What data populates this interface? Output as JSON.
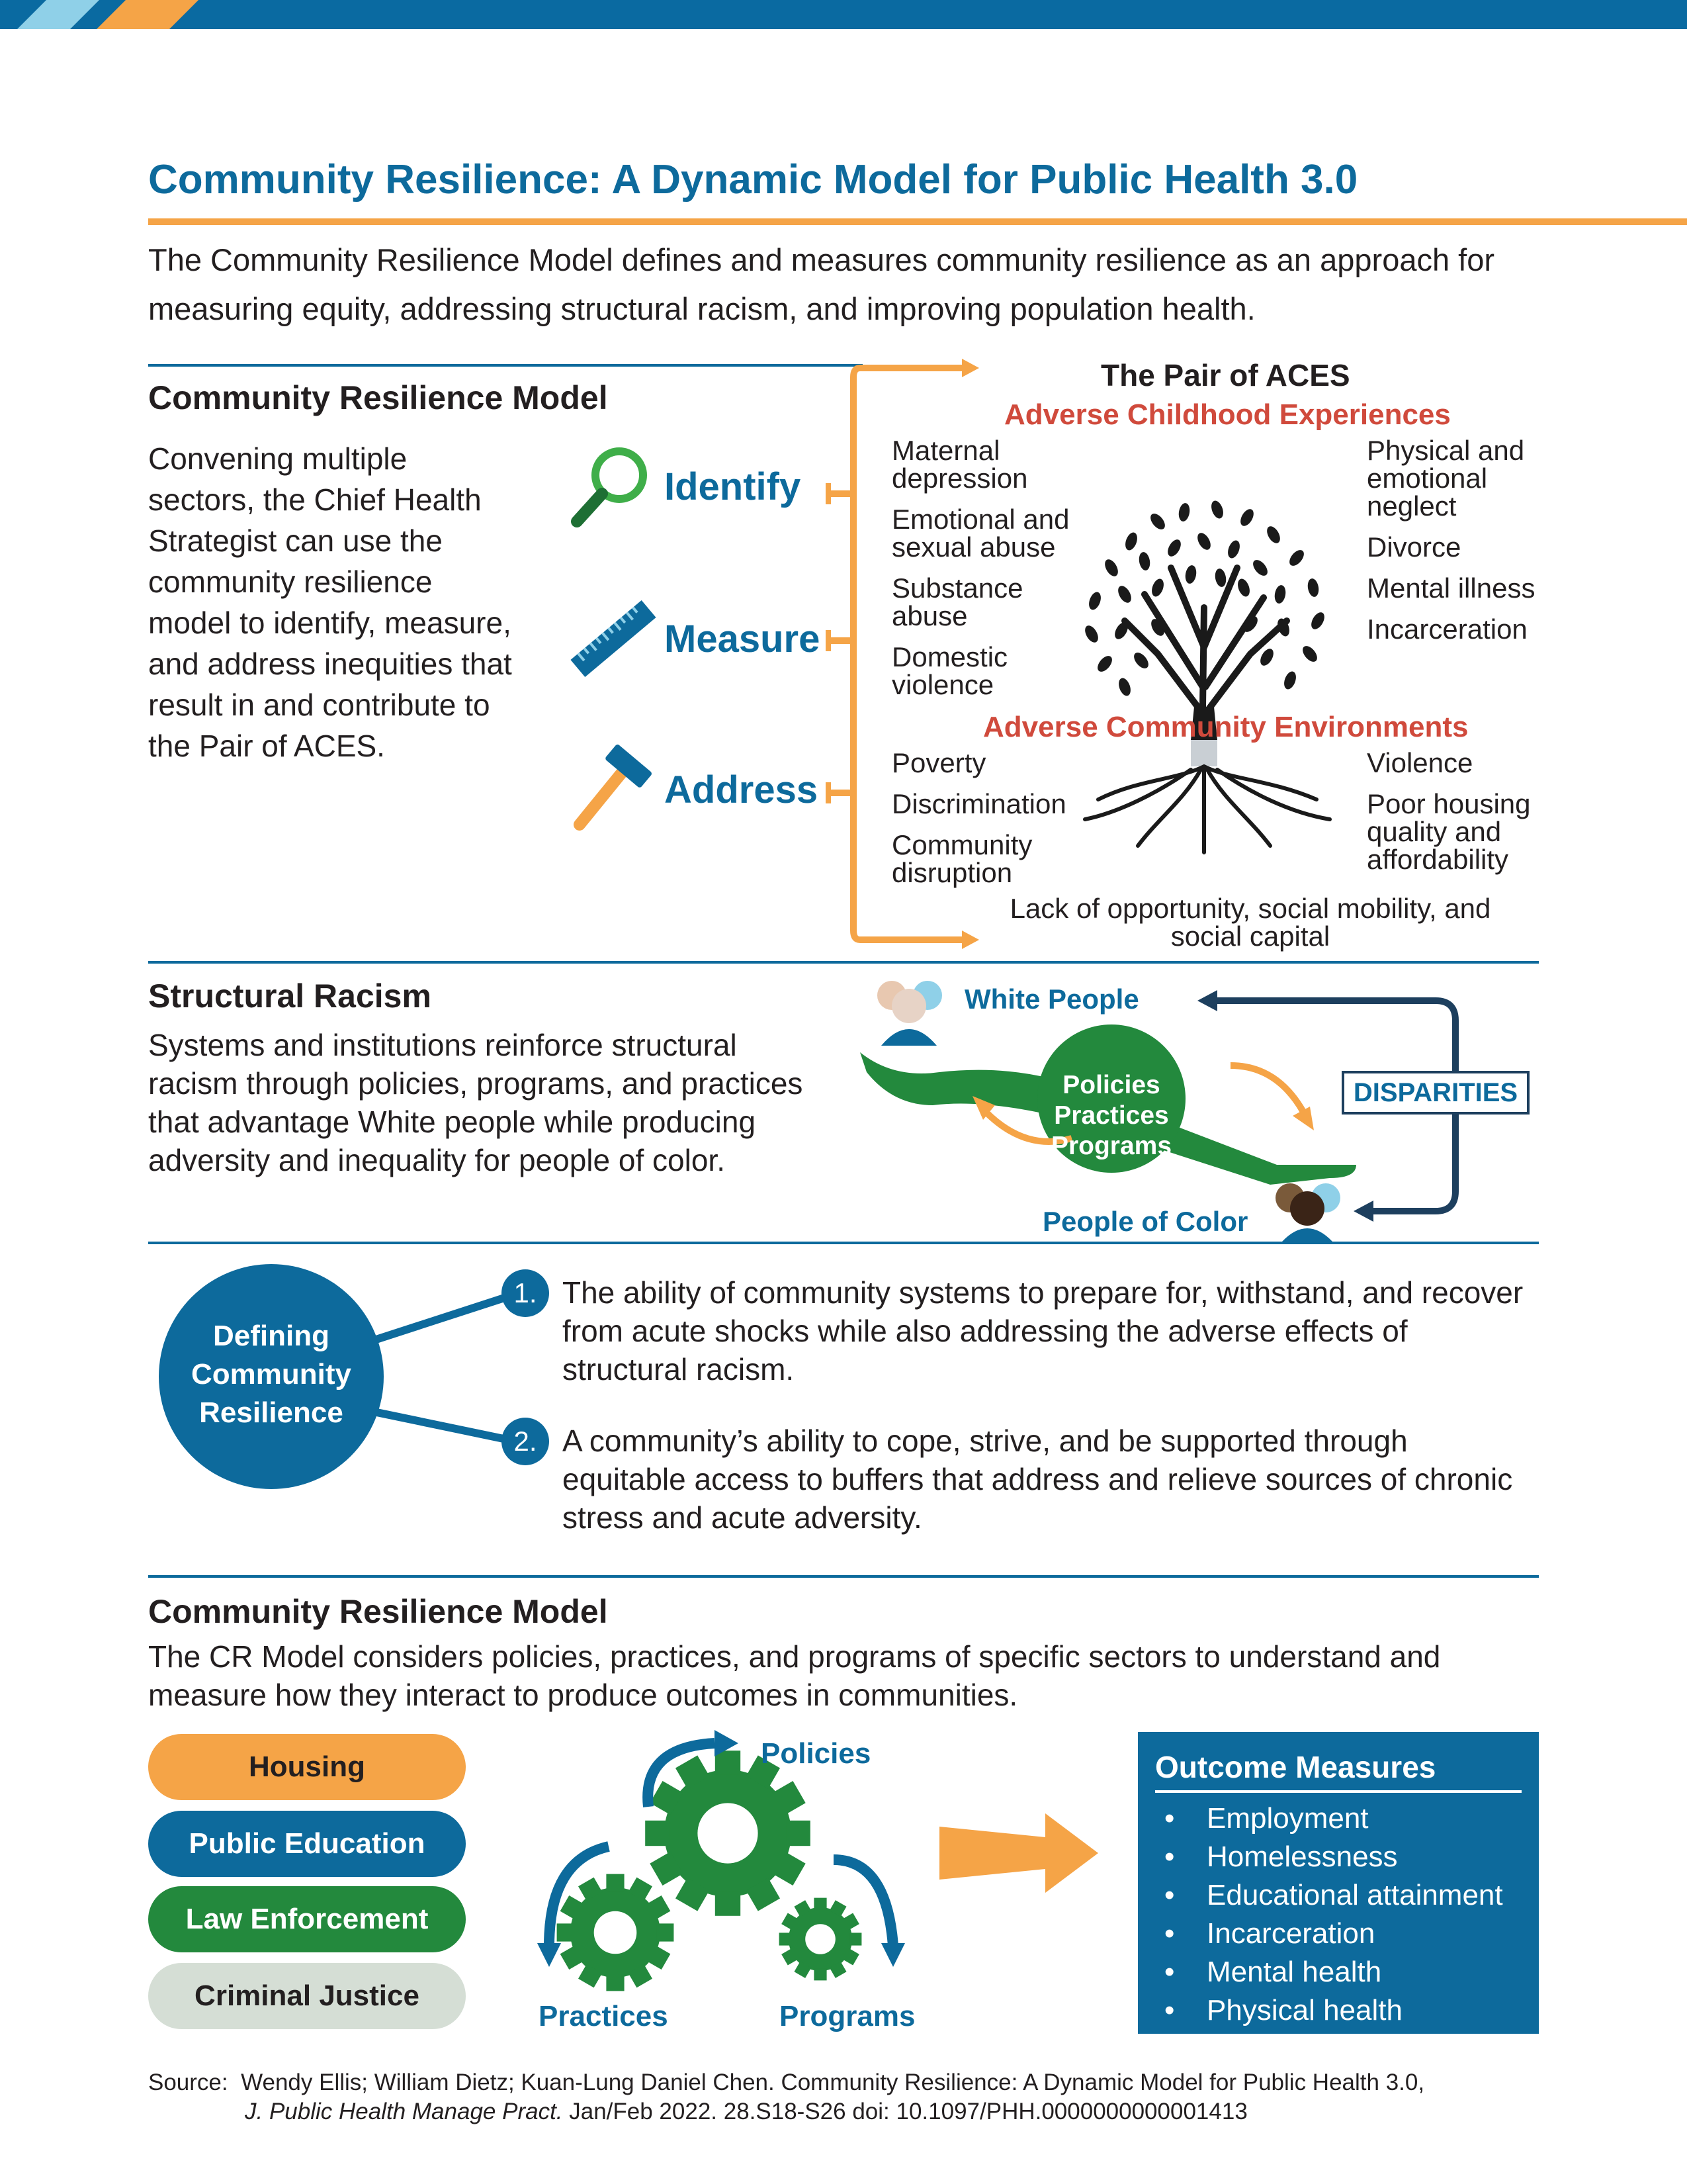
{
  "header": {
    "title": "Community Resilience: A Dynamic Model for Public Health 3.0",
    "intro": "The Community Resilience Model defines and measures community resilience as an approach for measuring equity, addressing structural racism, and improving population health."
  },
  "model": {
    "heading": "Community Resilience Model",
    "body": "Convening multiple sectors, the Chief Health Strategist can use the community resilience model to identify, measure, and address inequities that result in and contribute to the Pair of ACES.",
    "steps": [
      {
        "label": "Identify",
        "icon": "magnifying-glass-icon"
      },
      {
        "label": "Measure",
        "icon": "ruler-icon"
      },
      {
        "label": "Address",
        "icon": "hammer-icon"
      }
    ]
  },
  "aces": {
    "title": "The Pair of ACES",
    "childhood_heading": "Adverse Childhood Experiences",
    "childhood_left": [
      "Maternal depression",
      "Emotional and sexual abuse",
      "Substance abuse",
      "Domestic violence"
    ],
    "childhood_right": [
      "Physical and emotional neglect",
      "Divorce",
      "Mental illness",
      "Incarceration"
    ],
    "community_heading": "Adverse Community Environments",
    "community_left": [
      "Poverty",
      "Discrimination",
      "Community disruption"
    ],
    "community_right": [
      "Violence",
      "Poor housing quality and affordability"
    ],
    "community_bottom": "Lack of opportunity, social mobility, and social capital",
    "tree_icon": "tree-icon"
  },
  "racism": {
    "heading": "Structural Racism",
    "body": "Systems and institutions reinforce structural racism through policies, programs, and practices that advantage White people while producing adversity and inequality for people of color.",
    "white_people": "White People",
    "people_of_color": "People of Color",
    "center_lines": [
      "Policies",
      "Practices",
      "Programs"
    ],
    "disparities": "DISPARITIES"
  },
  "definition": {
    "circle_lines": [
      "Defining",
      "Community",
      "Resilience"
    ],
    "items": [
      {
        "num": "1.",
        "text": "The ability of community systems to prepare for, withstand, and recover from acute shocks while also addressing the adverse effects of structural racism."
      },
      {
        "num": "2.",
        "text": "A community’s ability to cope, strive, and be supported through equitable access to buffers that address and relieve sources of chronic stress and acute adversity."
      }
    ]
  },
  "cr_model": {
    "heading": "Community Resilience Model",
    "body": "The CR Model considers policies, practices, and programs of specific sectors to understand and measure how they interact to produce outcomes in communities.",
    "sectors": [
      {
        "label": "Housing",
        "bg": "#f5a447",
        "fg": "#231f20"
      },
      {
        "label": "Public Education",
        "bg": "#0d6a9c",
        "fg": "#ffffff"
      },
      {
        "label": "Law Enforcement",
        "bg": "#23893d",
        "fg": "#ffffff"
      },
      {
        "label": "Criminal Justice",
        "bg": "#d5ded5",
        "fg": "#231f20"
      }
    ],
    "gear_labels": {
      "top": "Policies",
      "left": "Practices",
      "right": "Programs"
    },
    "outcome_title": "Outcome Measures",
    "outcomes": [
      "Employment",
      "Homelessness",
      "Educational attainment",
      "Incarceration",
      "Mental health",
      "Physical health"
    ]
  },
  "source": {
    "label": "Source:",
    "line1": "Wendy Ellis; William Dietz; Kuan-Lung Daniel Chen. Community Resilience: A Dynamic Model for Public Health 3.0,",
    "journal": "J. Public Health Manage Pract.",
    "line2_rest": " Jan/Feb 2022. 28.S18-S26 doi: 10.1097/PHH.0000000000001413"
  },
  "colors": {
    "blue": "#0d6a9c",
    "orange": "#f5a447",
    "green": "#23893d",
    "red": "#d04a3c",
    "navy": "#1d3f5e"
  }
}
